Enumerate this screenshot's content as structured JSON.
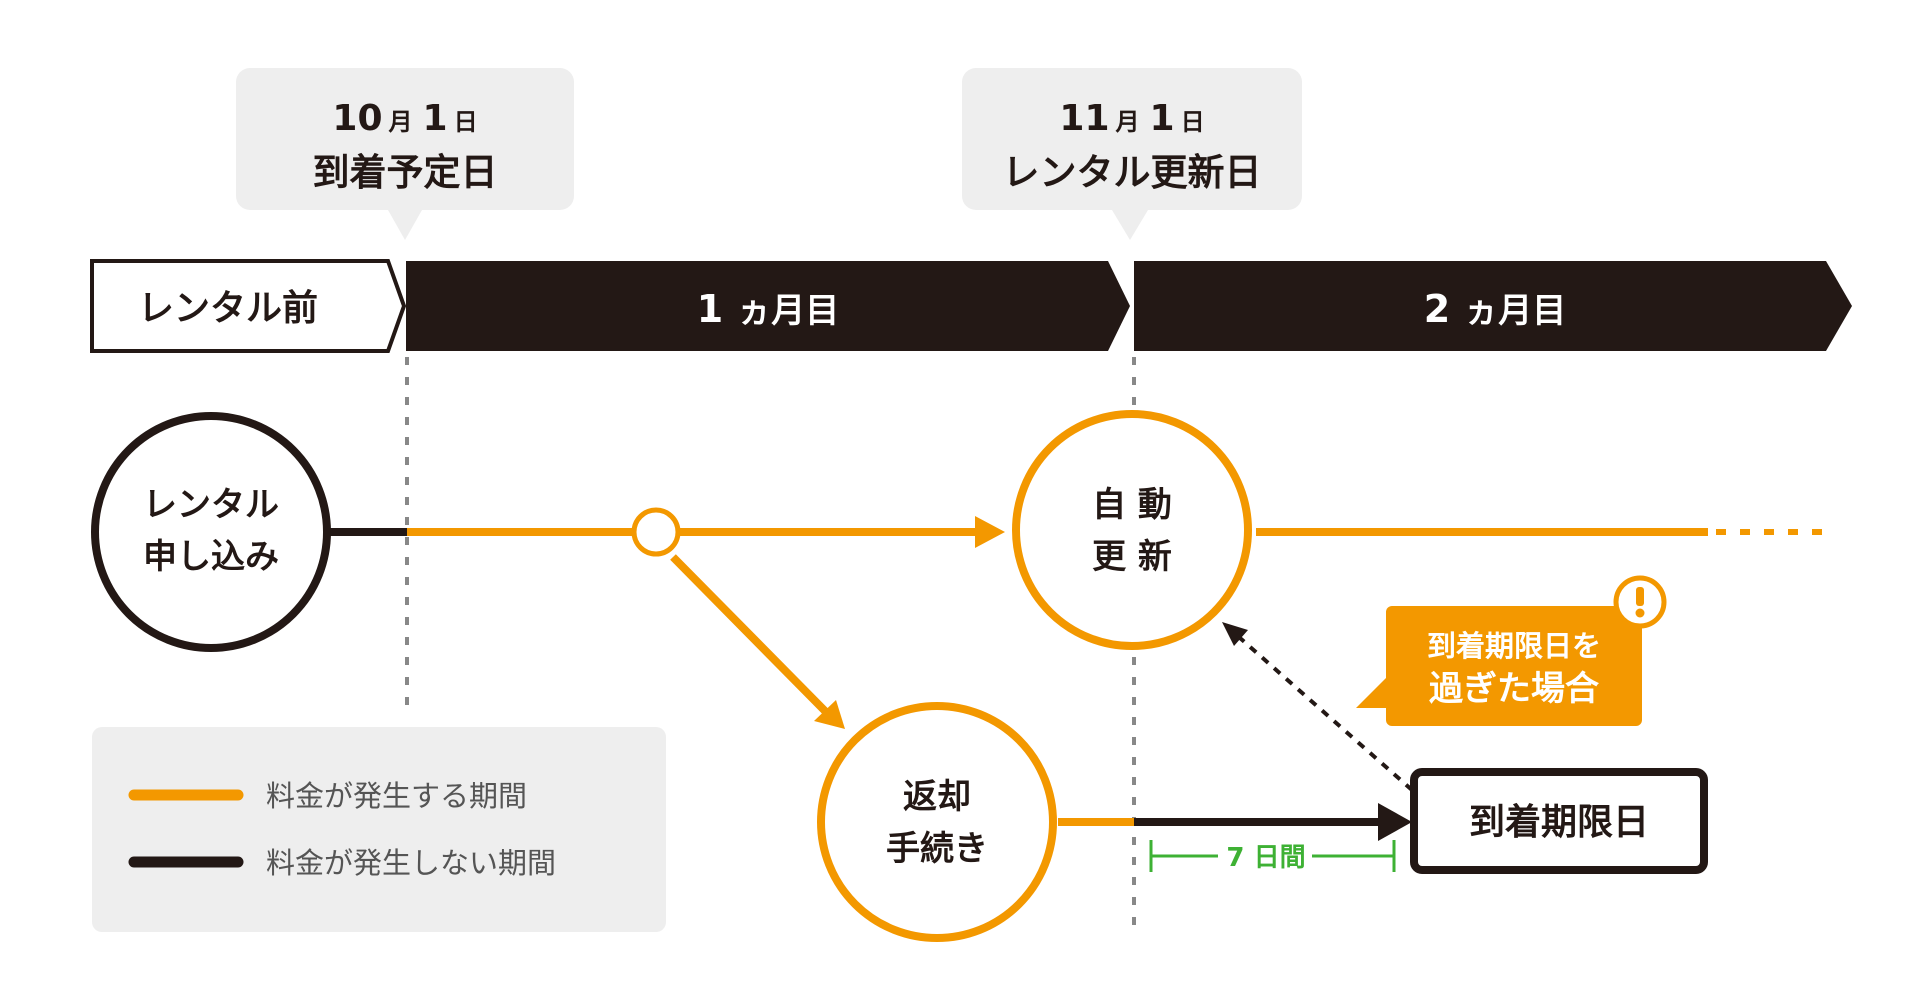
{
  "colors": {
    "orange": "#f39800",
    "dark": "#231815",
    "gray_dash": "#888888",
    "callout_bg": "#eeeeee",
    "green": "#3eb134",
    "white": "#ffffff"
  },
  "callouts": [
    {
      "date_month": "10",
      "month_unit": "月",
      "date_day": "1",
      "day_unit": "日",
      "label": "到着予定日"
    },
    {
      "date_month": "11",
      "month_unit": "月",
      "date_day": "1",
      "day_unit": "日",
      "label": "レンタル更新日"
    }
  ],
  "timeline": {
    "before": "レンタル前",
    "month1_num": "1",
    "month1_unit": "ヵ月目",
    "month2_num": "2",
    "month2_unit": "ヵ月目"
  },
  "nodes": {
    "apply_line1": "レンタル",
    "apply_line2": "申し込み",
    "renew_line1": "自 動",
    "renew_line2": "更 新",
    "return_line1": "返却",
    "return_line2": "手続き",
    "deadline": "到着期限日"
  },
  "warning": {
    "line1": "到着期限日を",
    "line2": "過ぎた場合",
    "icon": "exclamation-icon"
  },
  "span_label": "7 日間",
  "legend": {
    "charged": "料金が発生する期間",
    "free": "料金が発生しない期間"
  }
}
